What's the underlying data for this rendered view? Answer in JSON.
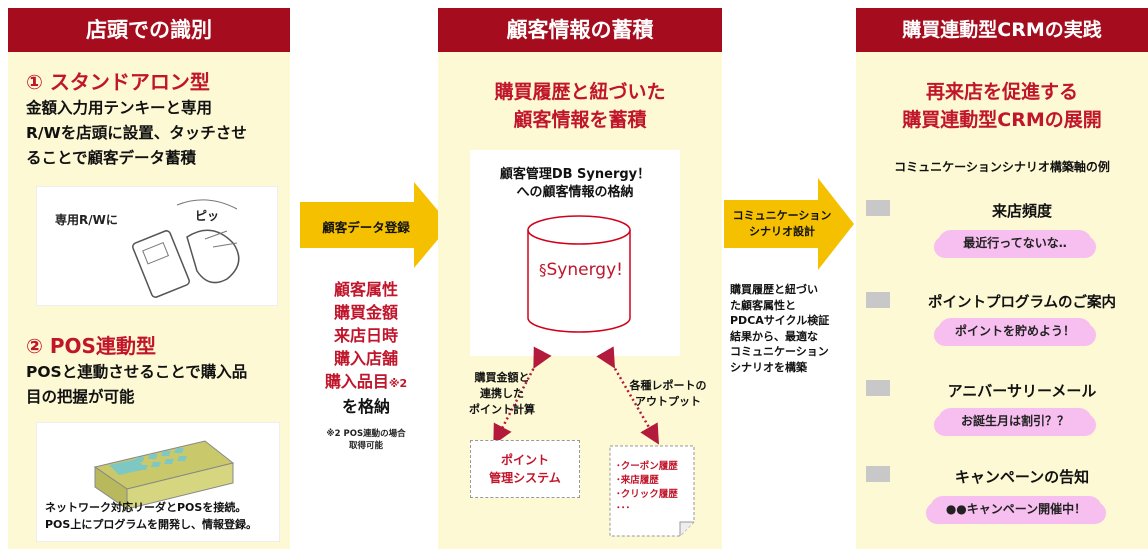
{
  "colors": {
    "header": "#a50d1e",
    "panel": "#fdf9d4",
    "arrow": "#f5c000",
    "text_red": "#c0152b",
    "cloud": "#f7bff0"
  },
  "col1": {
    "header": "店頭での識別",
    "s1_title": "① スタンドアロン型",
    "s1_lines": [
      "金額入力用テンキーと専用",
      "R/Wを店頭に設置、タッチさせ",
      "ることで顧客データ蓄積"
    ],
    "s1_img_label": "専用R/Wに",
    "s1_img_bubble": "ピッ",
    "s2_title": "② POS連動型",
    "s2_lines": [
      "POSと連動させることで購入品",
      "目の把握が可能"
    ],
    "s2_caption": [
      "ネットワーク対応リーダとPOSを接続。",
      "POS上にプログラムを開発し、情報登録。"
    ]
  },
  "arrow1": {
    "label": "顧客データ登録"
  },
  "mid_list": {
    "items": [
      "顧客属性",
      "購買金額",
      "来店日時",
      "購入店舗",
      "購入品目"
    ],
    "note_mark": "※2",
    "store": "を格納",
    "footnote": [
      "※2 POS連動の場合",
      "取得可能"
    ]
  },
  "col2": {
    "header": "顧客情報の蓄積",
    "title": [
      "購買履歴と紐づいた",
      "顧客情報を蓄積"
    ],
    "db_caption": [
      "顧客管理DB Synergy！",
      "への顧客情報の格納"
    ],
    "db_logo": "Synergy!",
    "left_link": [
      "購買金額と",
      "連携した",
      "ポイント計算"
    ],
    "right_link": [
      "各種レポートの",
      "アウトプット"
    ],
    "point_box": [
      "ポイント",
      "管理システム"
    ],
    "report_items": [
      "･クーポン履歴",
      "･来店履歴",
      "･クリック履歴",
      "･･･"
    ]
  },
  "arrow2": {
    "label": [
      "コミュニケーション",
      "シナリオ設計"
    ]
  },
  "mid2_text": [
    "購買履歴と紐づい",
    "た顧客属性と",
    "PDCAサイクル検証",
    "結果から、最適な",
    "コミュニケーション",
    "シナリオを構築"
  ],
  "col3": {
    "header": "購買連動型CRMの実践",
    "title": [
      "再来店を促進する",
      "購買連動型CRMの展開"
    ],
    "subtitle": "コミュニケーションシナリオ構築軸の例",
    "items": [
      {
        "label": "来店頻度",
        "bubble": "最近行ってないな‥"
      },
      {
        "label": "ポイントプログラムのご案内",
        "bubble": "ポイントを貯めよう！"
      },
      {
        "label": "アニバーサリーメール",
        "bubble": "お誕生月は割引？？"
      },
      {
        "label": "キャンペーンの告知",
        "bubble": "●●キャンペーン開催中！"
      }
    ]
  }
}
